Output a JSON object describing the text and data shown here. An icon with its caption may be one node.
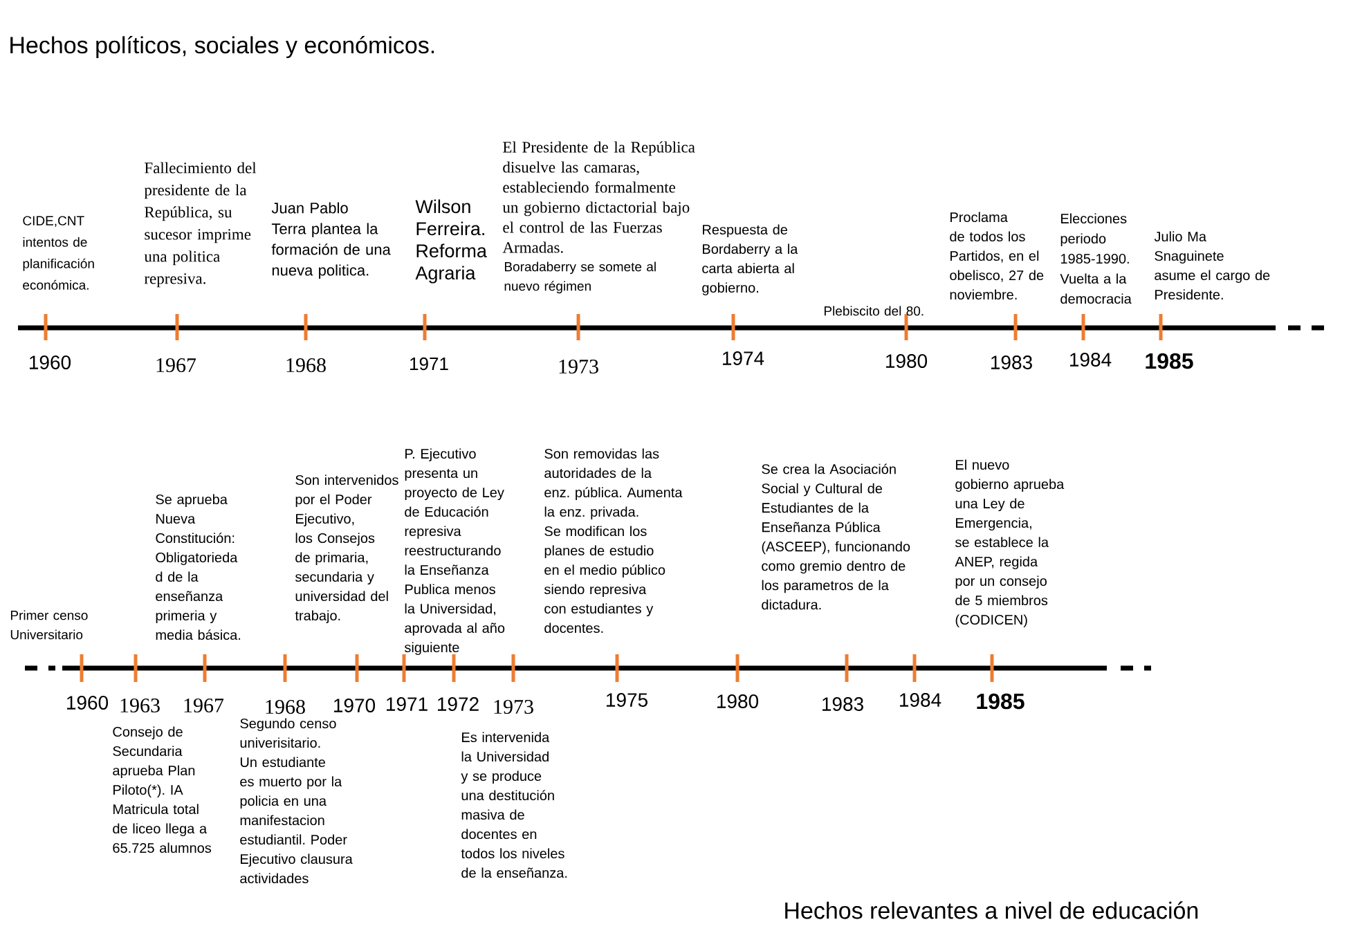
{
  "diagram": {
    "title": "Hechos políticos, sociales y económicos.",
    "caption": "Hechos relevantes a nivel de educación",
    "labels": [
      "CIDE,CNT intentos de planificación económica.",
      "Fallecimiento del presidente de la República, su sucesor imprime una politica represiva.",
      "Juan Pablo Terra plantea la formación de una nueva politica.",
      "Wilson Ferreira. Reforma Agraria",
      "El Presidente de la República disuelve las camaras, estableciendo formalmente un gobierno dictactorial bajo el control de las Fuerzas Armadas.",
      "Boradaberry se somete al nuevo régimen",
      "Respuesta de Bordaberry a la carta abierta al gobierno.",
      "Plebiscito del 80.",
      "Proclama de todos los Partidos, en el obelisco, 27 de noviembre.",
      "Elecciones periodo 1985-1990. Vuelta a la democracia",
      "Julio Ma Snaguinete asume el cargo de Presidente.",
      "1960",
      "1967",
      "1968",
      "1971",
      "1973",
      "1974",
      "1980",
      "1983",
      "1984",
      "1985",
      "Primer censo Universitario",
      "Se aprueba Nueva Constitución: Obligatorieda d de la enseñanza primeria y media básica.",
      "Son intervenidos por el Poder Ejecutivo, los Consejos de primaria, secundaria y universidad del trabajo.",
      "P. Ejecutivo presenta un proyecto de Ley de Educación represiva reestructurando la Enseñanza Publica menos la Universidad, aprovada al año siguiente",
      "Son removidas las autoridades de la enz. pública. Aumenta la enz. privada. Se modifican los planes de estudio en el medio público siendo represiva con estudiantes y docentes.",
      "Se crea la Asociación Social y Cultural de Estudiantes de la Enseñanza Pública (ASCEEP), funcionando como gremio dentro de los parametros de la dictadura.",
      "El nuevo gobierno aprueba una Ley de Emergencia, se establece la ANEP, regida por un consejo de 5 miembros (CODICEN)",
      "1960",
      "1963",
      "1967",
      "1968",
      "1970",
      "1971",
      "1972",
      "1973",
      "1975",
      "1980",
      "1983",
      "1984",
      "1985",
      "Consejo de Secundaria aprueba Plan Piloto(*). IA Matricula total de liceo llega a 65.725 alumnos",
      "Segundo censo univerisitario. Un estudiante es muerto por la policia en una manifestacion estudiantil. Poder Ejecutivo clausura actividades",
      "Es intervenida la Universidad y se produce una destitución masiva de docentes en todos los niveles de la enseñanza."
    ]
  }
}
